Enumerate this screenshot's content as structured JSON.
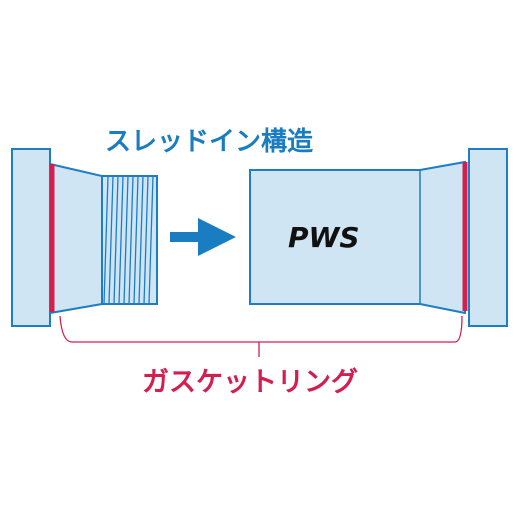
{
  "title": "スレッドイン構造",
  "product_label": "PWS",
  "gasket_label": "ガスケットリング",
  "colors": {
    "part_fill": "#cfe5f4",
    "part_stroke": "#1f7dc4",
    "gasket": "#d31f4f",
    "arrow": "#1a7cc1",
    "title_text": "#1a7cc1",
    "gasket_text": "#d31f4f"
  },
  "icons": {
    "arrow": "right-arrow-icon"
  }
}
